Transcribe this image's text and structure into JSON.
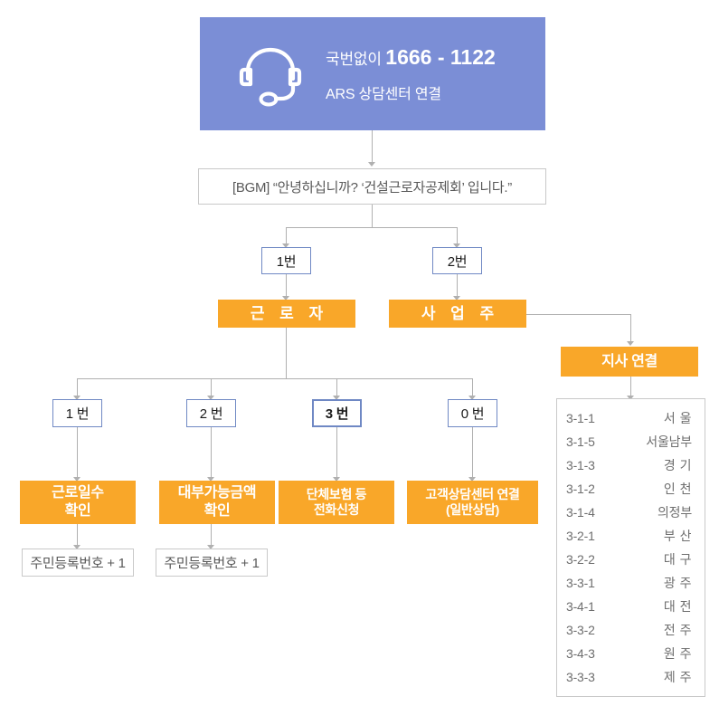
{
  "hero": {
    "icon": "headset-icon",
    "prefix": "국번없이",
    "phone": "1666 - 1122",
    "subtitle": "ARS 상담센터 연결",
    "bg_color": "#7b8ed6"
  },
  "bgm": {
    "text": "[BGM]  “안녕하십니까? ‘건설근로자공제회’ 입니다.”"
  },
  "level1": [
    {
      "key": "1번",
      "label": "근 로 자"
    },
    {
      "key": "2번",
      "label": "사 업 주"
    }
  ],
  "worker_options": [
    {
      "key": "1 번",
      "label_line1": "근로일수",
      "label_line2": "확인",
      "followup": "주민등록번호 + 1"
    },
    {
      "key": "2 번",
      "label_line1": "대부가능금액",
      "label_line2": "확인",
      "followup": "주민등록번호 + 1"
    },
    {
      "key": "3 번",
      "label_line1": "단체보험 등",
      "label_line2": "전화신청",
      "followup": ""
    },
    {
      "key": "0 번",
      "label_line1": "고객상담센터 연결",
      "label_line2": "(일반상담)",
      "followup": ""
    }
  ],
  "branch": {
    "title": "지사 연결",
    "rows": [
      {
        "code": "3-1-1",
        "name": "서 울"
      },
      {
        "code": "3-1-5",
        "name": "서울남부"
      },
      {
        "code": "3-1-3",
        "name": "경 기"
      },
      {
        "code": "3-1-2",
        "name": "인 천"
      },
      {
        "code": "3-1-4",
        "name": "의정부"
      },
      {
        "code": "3-2-1",
        "name": "부 산"
      },
      {
        "code": "3-2-2",
        "name": "대 구"
      },
      {
        "code": "3-3-1",
        "name": "광 주"
      },
      {
        "code": "3-4-1",
        "name": "대 전"
      },
      {
        "code": "3-3-2",
        "name": "전 주"
      },
      {
        "code": "3-4-3",
        "name": "원 주"
      },
      {
        "code": "3-3-3",
        "name": "제 주"
      }
    ]
  },
  "colors": {
    "accent_orange": "#f9a729",
    "header_blue": "#7b8ed6",
    "line_grey": "#b0b0b0",
    "box_border_blue": "#7089c4",
    "box_border_grey": "#c9c9c9"
  }
}
